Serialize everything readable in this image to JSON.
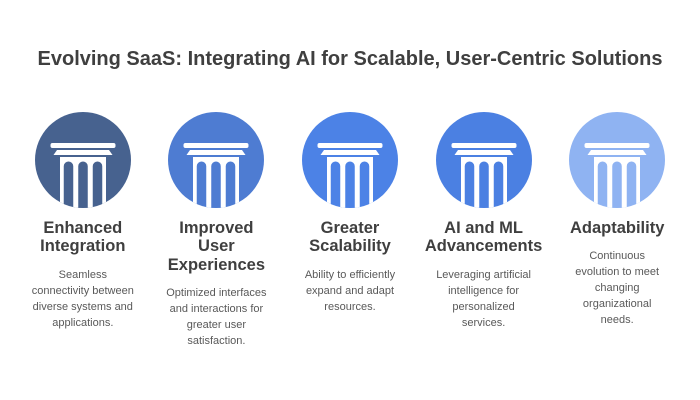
{
  "title": "Evolving SaaS: Integrating AI for Scalable, User-Centric Solutions",
  "text_colors": {
    "title": "#3f3f3f",
    "heading": "#3f3f3f",
    "description": "#595959"
  },
  "background": "#ffffff",
  "columns": [
    {
      "heading": [
        "Enhanced",
        "Integration"
      ],
      "description": [
        "Seamless",
        "connectivity between",
        "diverse systems and",
        "applications."
      ],
      "color": "#47628f"
    },
    {
      "heading": [
        "Improved",
        "User",
        "Experiences"
      ],
      "description": [
        "Optimized interfaces",
        "and interactions for",
        "greater user",
        "satisfaction."
      ],
      "color": "#4e7cd2"
    },
    {
      "heading": [
        "Greater",
        "Scalability"
      ],
      "description": [
        "Ability to efficiently",
        "expand and adapt",
        "resources."
      ],
      "color": "#4c82e6"
    },
    {
      "heading": [
        "AI and ML",
        "Advancements"
      ],
      "description": [
        "Leveraging artificial",
        "intelligence for",
        "personalized",
        "services."
      ],
      "color": "#4b80e2"
    },
    {
      "heading": [
        "Adaptability"
      ],
      "description": [
        "Continuous",
        "evolution to meet",
        "changing",
        "organizational",
        "needs."
      ],
      "color": "#8fb3f2"
    }
  ]
}
